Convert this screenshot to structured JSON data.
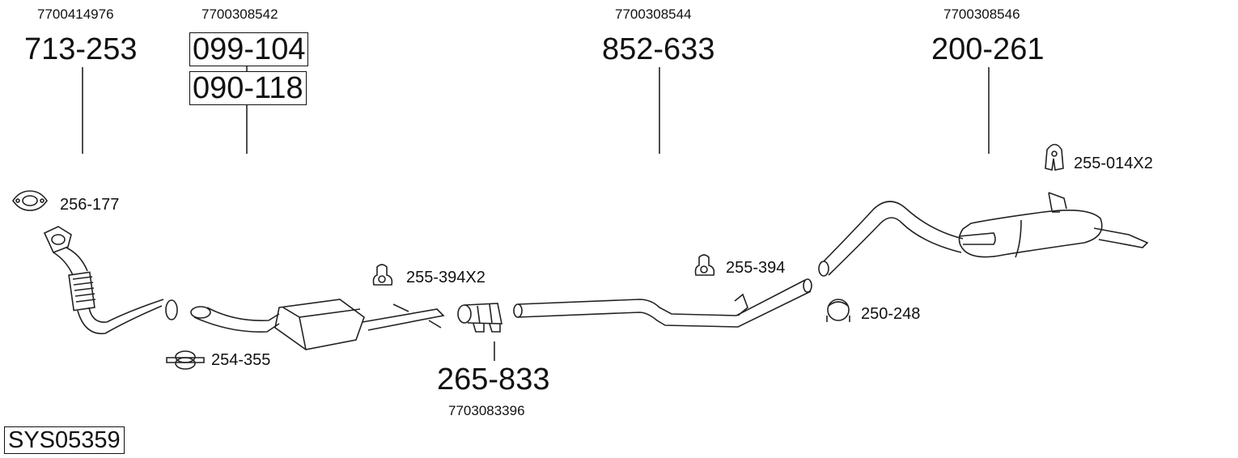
{
  "system_id": "SYS05359",
  "parts": [
    {
      "oem": "7700414976",
      "part": "713-253"
    },
    {
      "oem": "7700308542",
      "part": "099-104",
      "part2": "090-118"
    },
    {
      "oem": "7700308544",
      "part": "852-633"
    },
    {
      "oem": "7700308546",
      "part": "200-261"
    },
    {
      "oem": "7703083396",
      "part": "265-833"
    }
  ],
  "accessories": [
    "256-177",
    "254-355",
    "255-394X2",
    "255-394",
    "250-248",
    "255-014X2"
  ]
}
